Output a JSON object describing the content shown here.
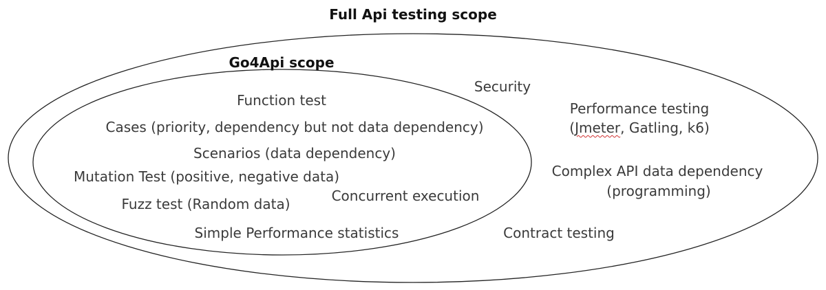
{
  "titles": {
    "outer": "Full Api testing scope",
    "inner": "Go4Api scope"
  },
  "inner_items": {
    "function_test": "Function test",
    "cases": "Cases (priority, dependency but not data dependency)",
    "scenarios": "Scenarios (data dependency)",
    "mutation": "Mutation Test (positive, negative data)",
    "fuzz": "Fuzz test  (Random data)",
    "concurrent": "Concurrent execution",
    "simple_perf": "Simple Performance statistics"
  },
  "outer_items": {
    "security": "Security",
    "perf_line1": "Performance testing",
    "perf_line2_open": "(",
    "perf_line2_jmeter": "Jmeter",
    "perf_line2_rest": ", Gatling, k6)",
    "complex_line1": "Complex API data dependency",
    "complex_line2": "(programming)",
    "contract": "Contract testing"
  },
  "colors": {
    "stroke": "#222222",
    "text": "#3a3a3a",
    "title": "#111111",
    "spellcheck": "#d03030"
  }
}
